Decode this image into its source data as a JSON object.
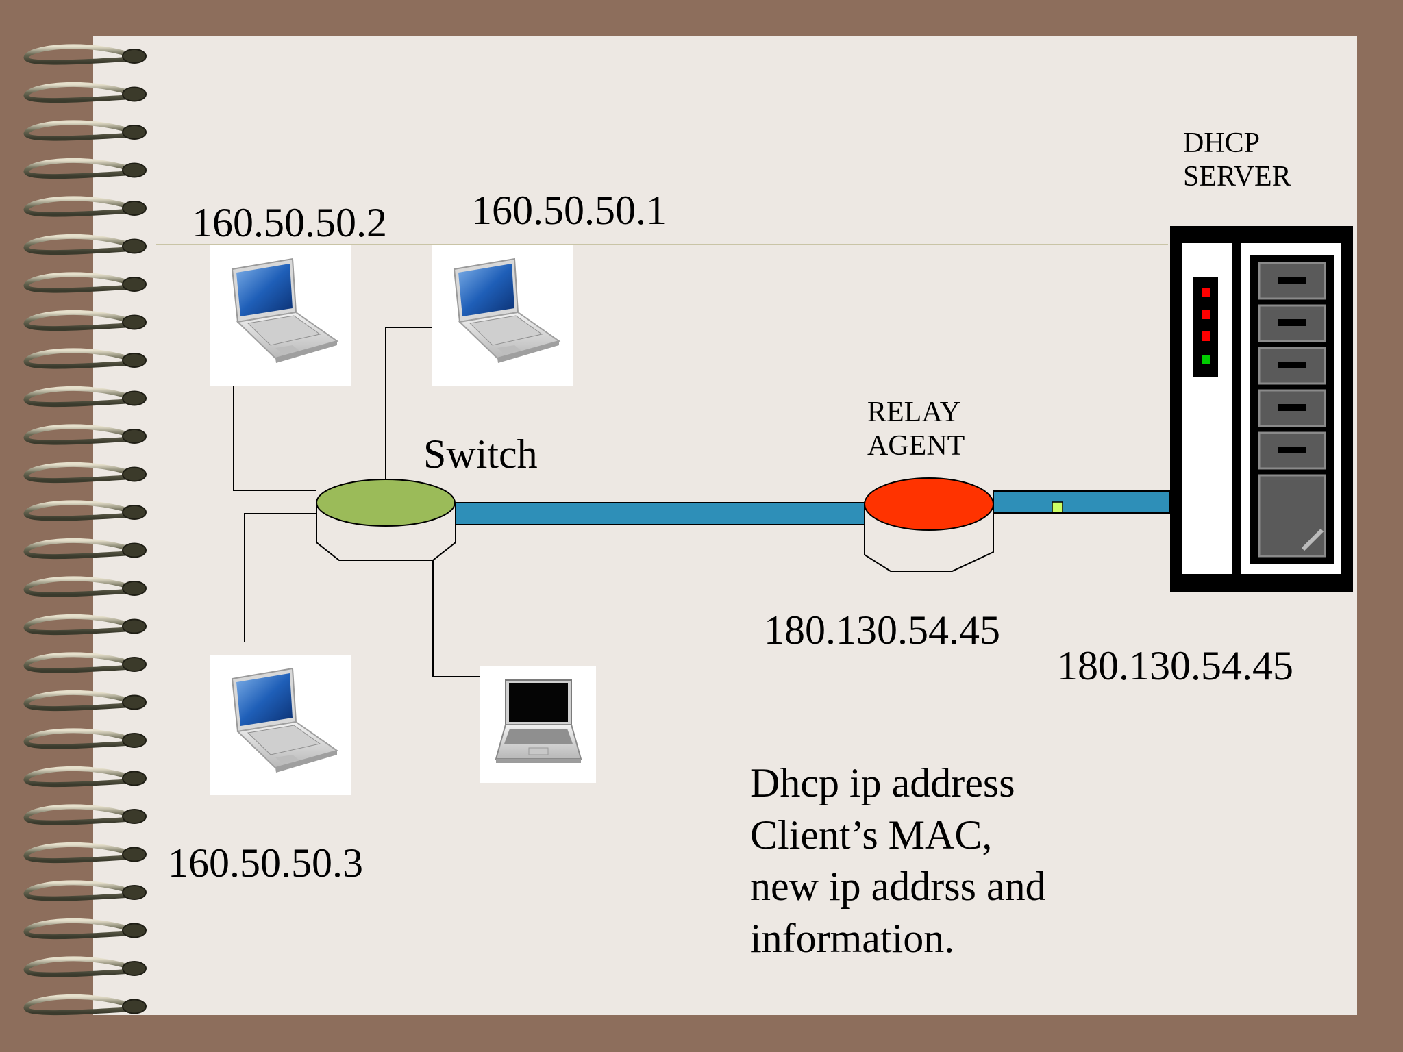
{
  "nodes": {
    "laptop_top_left": {
      "ip": "160.50.50.2"
    },
    "laptop_top_right": {
      "ip": "160.50.50.1"
    },
    "laptop_bottom_left": {
      "ip": "160.50.50.3"
    },
    "switch": {
      "label": "Switch",
      "color": "#9bbb59"
    },
    "relay_agent": {
      "label": "RELAY\nAGENT",
      "ip": "180.130.54.45",
      "color": "#ff3300"
    },
    "dhcp_server": {
      "label": "DHCP\nSERVER",
      "ip": "180.130.54.45"
    }
  },
  "note": "Dhcp ip address\nClient’s MAC,\nnew ip addrss and\ninformation.",
  "colors": {
    "background": "#8d6e5c",
    "paper": "#ede8e3",
    "link": "#2e8fb8",
    "packet": "#ccff66",
    "led_red": "#ff0000",
    "led_green": "#00cc00"
  }
}
